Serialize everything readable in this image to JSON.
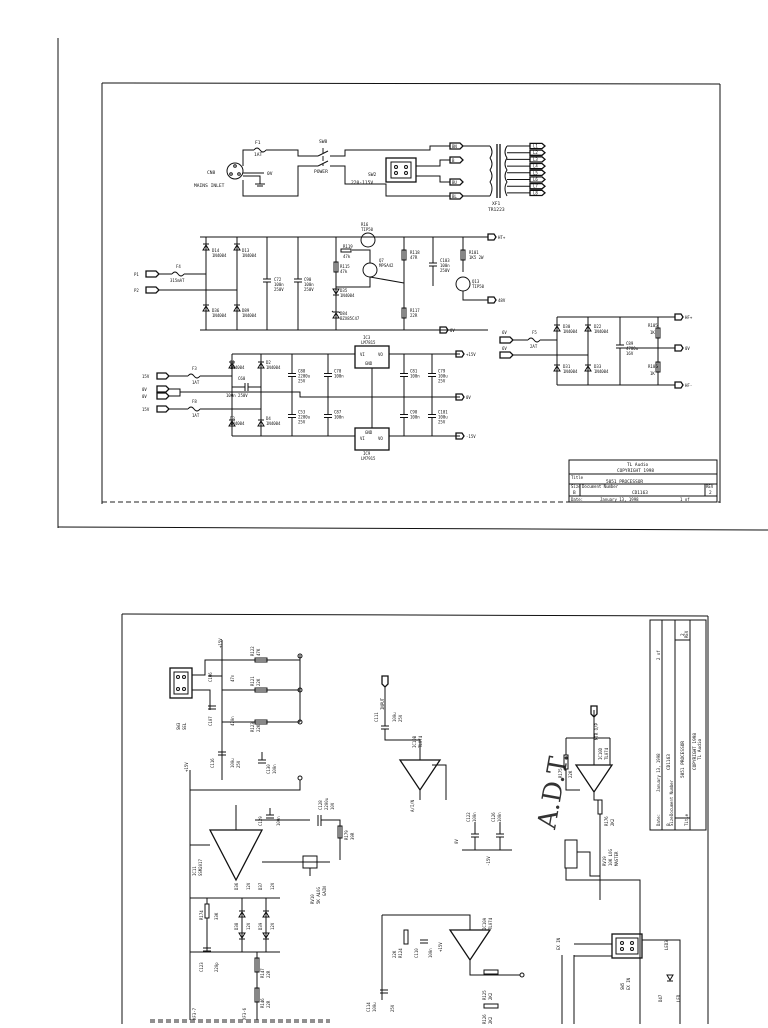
{
  "sheet1": {
    "mains": {
      "inlet": "CN8",
      "inlet_label": "MAINS INLET",
      "fuse": "F1",
      "fuse_value": "1AT",
      "ov": "0V",
      "switch": "SW8",
      "switch_label": "POWER",
      "selector": "SW2",
      "selector_label": "220-115V",
      "transformer": "XF1",
      "transformer_part": "TR1223"
    },
    "secondary_tags": [
      "L1",
      "L2",
      "L3",
      "L4",
      "L5",
      "L6",
      "L7",
      "L8"
    ],
    "rectifier1": {
      "inputs": [
        "P1",
        "P2"
      ],
      "fuse": "F4",
      "fuse_value": "315mAT",
      "diodes": [
        {
          "ref": "D14",
          "part": "1N4004"
        },
        {
          "ref": "D13",
          "part": "1N4004"
        },
        {
          "ref": "D36",
          "part": "1N4004"
        },
        {
          "ref": "D89",
          "part": "1N4004"
        }
      ],
      "caps": [
        {
          "ref": "C72",
          "value": "100n",
          "rating": "250V"
        },
        {
          "ref": "C90",
          "value": "100n",
          "rating": "250V"
        }
      ],
      "transistor1": {
        "ref": "R16",
        "part": "TIP50"
      },
      "r_a": {
        "ref": "R119",
        "value": "47k"
      },
      "r_b": {
        "ref": "R115",
        "value": "47k"
      },
      "transistor2": {
        "ref": "Q7",
        "part": "MPSA42"
      },
      "diode": {
        "ref": "D35",
        "part": "1N4004"
      },
      "zener": {
        "ref": "D84",
        "part": "BZX85C47"
      },
      "r_c": {
        "ref": "R118",
        "value": "47R"
      },
      "r_d": {
        "ref": "R117",
        "value": "22R"
      },
      "cap_out": {
        "ref": "C103",
        "value": "100n",
        "rating": "250V"
      },
      "r_e": {
        "ref": "R101",
        "value": "1K5 2W"
      },
      "transistor3": {
        "ref": "Q13",
        "part": "TIP50"
      },
      "out_pos": "HT+",
      "out_neg": "48V",
      "gnd": "0V"
    },
    "rectifier2": {
      "inputs": [
        "6V",
        "6V"
      ],
      "fuse": "F5",
      "fuse_value": "2AT",
      "diodes": [
        {
          "ref": "D30",
          "part": "1N4004"
        },
        {
          "ref": "D22",
          "part": "1N4004"
        },
        {
          "ref": "D31",
          "part": "1N4004"
        },
        {
          "ref": "D33",
          "part": "1N4004"
        }
      ],
      "cap": {
        "ref": "C89",
        "value": "4700u",
        "rating": "16V"
      },
      "r_a": {
        "ref": "R105",
        "value": "1K"
      },
      "r_b": {
        "ref": "R106",
        "value": "1K"
      },
      "out_pos": "HF+",
      "gnd": "0V",
      "out_neg": "HF-"
    },
    "rectifier3": {
      "inputs": [
        "15V",
        "0V",
        "0V",
        "15V"
      ],
      "fuse_a": "F3",
      "fuse_a_value": "1AT",
      "fuse_b": "F8",
      "fuse_b_value": "1AT",
      "diodes": [
        {
          "ref": "D1",
          "part": "1N4004"
        },
        {
          "ref": "D2",
          "part": "1N4004"
        },
        {
          "ref": "D3",
          "part": "1N4004"
        },
        {
          "ref": "D4",
          "part": "1N4004"
        }
      ],
      "cap_x": {
        "ref": "C60",
        "value": "100n 250V"
      },
      "caps": [
        {
          "ref": "C88",
          "value": "2200u",
          "rating": "25V"
        },
        {
          "ref": "C70",
          "value": "100n",
          "rating": ""
        },
        {
          "ref": "C53",
          "value": "2200u",
          "rating": "25V"
        },
        {
          "ref": "C87",
          "value": "100n",
          "rating": ""
        },
        {
          "ref": "C81",
          "value": "100n",
          "rating": ""
        },
        {
          "ref": "C79",
          "value": "100u",
          "rating": "25V"
        },
        {
          "ref": "C98",
          "value": "100n",
          "rating": ""
        },
        {
          "ref": "C101",
          "value": "100u",
          "rating": "25V"
        }
      ],
      "reg_pos": {
        "ref": "IC3",
        "part": "LM7815",
        "vi": "VI",
        "vo": "VO",
        "gnd": "GND"
      },
      "reg_neg": {
        "ref": "IC9",
        "part": "LM7915",
        "vi": "VI",
        "vo": "VO",
        "gnd": "GND"
      },
      "out_pos": "+15V",
      "gnd": "0V",
      "out_neg": "-15V"
    },
    "title_block": {
      "company": "TL Audio",
      "copyright": "COPYRIGHT 1998",
      "title_label": "Title",
      "title": "5051 PROCESSOR",
      "size_label": "Size",
      "doc_label": "Document Number",
      "rev_label": "REV",
      "size": "B",
      "doc": "CD1163",
      "rev": "2",
      "date_label": "Date:",
      "date": "January 13, 1998",
      "sheet": "1 of"
    }
  },
  "sheet2": {
    "switch_a": {
      "ref": "SW3",
      "label": "SEL"
    },
    "rail_top": "+15V",
    "resistors_top": [
      {
        "ref": "R122",
        "value": "47K"
      },
      {
        "ref": "R121",
        "value": "22K"
      },
      {
        "ref": "R123",
        "value": "22K"
      }
    ],
    "caps_top": [
      {
        "ref": "C106",
        "value": "47n"
      },
      {
        "ref": "C107",
        "value": "470n"
      }
    ],
    "cap_mid": {
      "ref": "C116",
      "value": "100u",
      "rating": "25V"
    },
    "cap_mid2": {
      "ref": "C130",
      "value": "100n"
    },
    "cap_c": {
      "ref": "C129",
      "value": "100n"
    },
    "cap_d": {
      "ref": "C128",
      "value": "2200u",
      "rating": "10V"
    },
    "rail_v": "+15V",
    "ic_main": {
      "ref": "IC11",
      "part": "SSM2017"
    },
    "r_out": {
      "ref": "R179",
      "value": "39R"
    },
    "pot_a": {
      "ref": "RV10",
      "value": "5K ALOG",
      "note": "GAIN"
    },
    "zeners": [
      {
        "ref": "D36",
        "value": "12V"
      },
      {
        "ref": "D37",
        "value": "12V"
      },
      {
        "ref": "D38",
        "value": "12V"
      },
      {
        "ref": "D39",
        "value": "12V"
      }
    ],
    "r_left": {
      "ref": "R174",
      "value": "33K"
    },
    "cap_left": {
      "ref": "C123",
      "value": "220p"
    },
    "r_b1": {
      "ref": "R147",
      "value": "22R"
    },
    "r_b2": {
      "ref": "R146",
      "value": "22R"
    },
    "tag_b1": "XF3-7",
    "tag_b2": "XF3-6",
    "input_block": {
      "tag": "INPUT",
      "cap": "C111",
      "cap_value": "100u",
      "cap_rating": "25V"
    },
    "op_a": {
      "ref": "IC10B",
      "part": "TL074"
    },
    "node_a": "A/I/N",
    "decoupling": [
      {
        "ref": "C122",
        "value": "100n"
      },
      {
        "ref": "C126",
        "value": "100n"
      }
    ],
    "rail_pm": [
      "0V",
      "-15V"
    ],
    "op_b": {
      "ref": "IC10A",
      "part": "TL074"
    },
    "r_e1": {
      "ref": "R124",
      "value": "22K"
    },
    "cap_e1": {
      "ref": "C110",
      "value": "100n"
    },
    "cap_e2": {
      "ref": "C114",
      "value": "100u",
      "rating": "25V"
    },
    "r_e2": {
      "ref": "R125",
      "value": "2K2"
    },
    "r_e3": {
      "ref": "R126",
      "value": "2K2"
    },
    "rail_b": "+15V",
    "annotation": "A.D.T.",
    "r_f1": {
      "ref": "R175",
      "value": "22K"
    },
    "op_c": {
      "ref": "IC10D",
      "part": "TL074"
    },
    "tag_out": "MTR O/P",
    "r_f2": {
      "ref": "R176",
      "value": "2K2"
    },
    "pot_b": {
      "ref": "RV19",
      "value": "10K LOG",
      "note": "MASTER"
    },
    "ext_in": "EX IN",
    "switch_b": {
      "ref": "SW5",
      "label": "EX IN"
    },
    "led": {
      "ref": "LED3"
    },
    "diode_e": {
      "ref": "D47",
      "value": "LED"
    },
    "title_block": {
      "company": "TL Audio",
      "copyright": "COPYRIGHT 1998",
      "title_label": "Title",
      "title": "5051 PROCESSOR",
      "size_label": "Size",
      "doc_label": "Document Number",
      "rev_label": "REV",
      "size": "B",
      "doc": "CD1163",
      "rev": "2",
      "date_label": "Date:",
      "date": "January 13, 1998",
      "sheet": "2 of"
    }
  }
}
